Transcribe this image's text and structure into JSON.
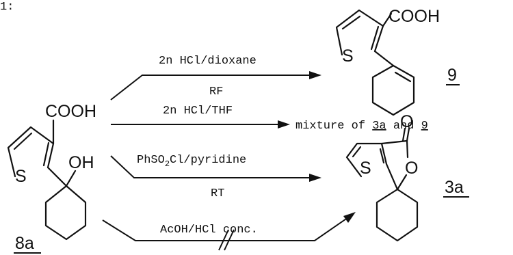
{
  "header": {
    "fragment": "1:"
  },
  "compounds": {
    "start": {
      "label": "8a",
      "cooh": "COOH",
      "oh": "OH",
      "s": "S"
    },
    "product_top": {
      "label": "9",
      "cooh": "COOH",
      "s": "S"
    },
    "product_bottom": {
      "label": "3a",
      "o_carbonyl": "O",
      "o_ring": "O",
      "s": "S"
    }
  },
  "reactions": {
    "r1": {
      "above": "2n HCl/dioxane",
      "below": "RF"
    },
    "r2": {
      "above": "2n HCl/THF",
      "result_prefix": "mixture of ",
      "result_a": "3a",
      "result_and": " and ",
      "result_b": "9"
    },
    "r3": {
      "above_main": "PhSO",
      "above_sub": "2",
      "above_rest": "Cl/pyridine",
      "below": "RT"
    },
    "r4": {
      "above": "AcOH/HCl conc."
    }
  }
}
